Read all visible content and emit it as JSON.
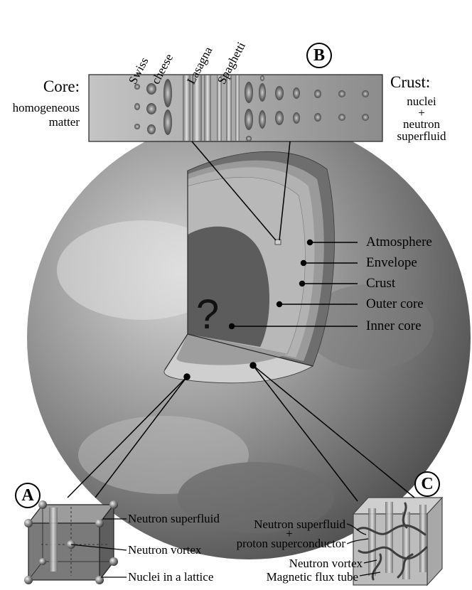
{
  "panel_b": {
    "badge": "B",
    "phases": [
      "Swiss",
      "cheese",
      "Lasagna",
      "Spaghetti"
    ],
    "core_title": "Core:",
    "core_desc": [
      "homogeneous",
      "matter"
    ],
    "crust_title": "Crust:",
    "crust_desc": [
      "nuclei",
      "+",
      "neutron",
      "superfluid"
    ]
  },
  "layers": {
    "atmosphere": "Atmosphere",
    "envelope": "Envelope",
    "crust": "Crust",
    "outer_core": "Outer core",
    "inner_core": "Inner core",
    "inner_core_mark": "?"
  },
  "panel_a": {
    "badge": "A",
    "labels": [
      "Neutron superfluid",
      "Neutron vortex",
      "Nuclei in a lattice"
    ]
  },
  "panel_c": {
    "badge": "C",
    "label_superfluid": [
      "Neutron superfluid",
      "+",
      "proton superconductor"
    ],
    "label_vortex": "Neutron vortex",
    "label_flux": "Magnetic flux tube"
  },
  "colors": {
    "sphere": "#8a8a8a",
    "atmosphere": "#6e6e6e",
    "envelope": "#9a9a9a",
    "crust": "#b4b4b4",
    "outer_core": "#b8b8b8",
    "inner_core": "#5c5c5c"
  }
}
